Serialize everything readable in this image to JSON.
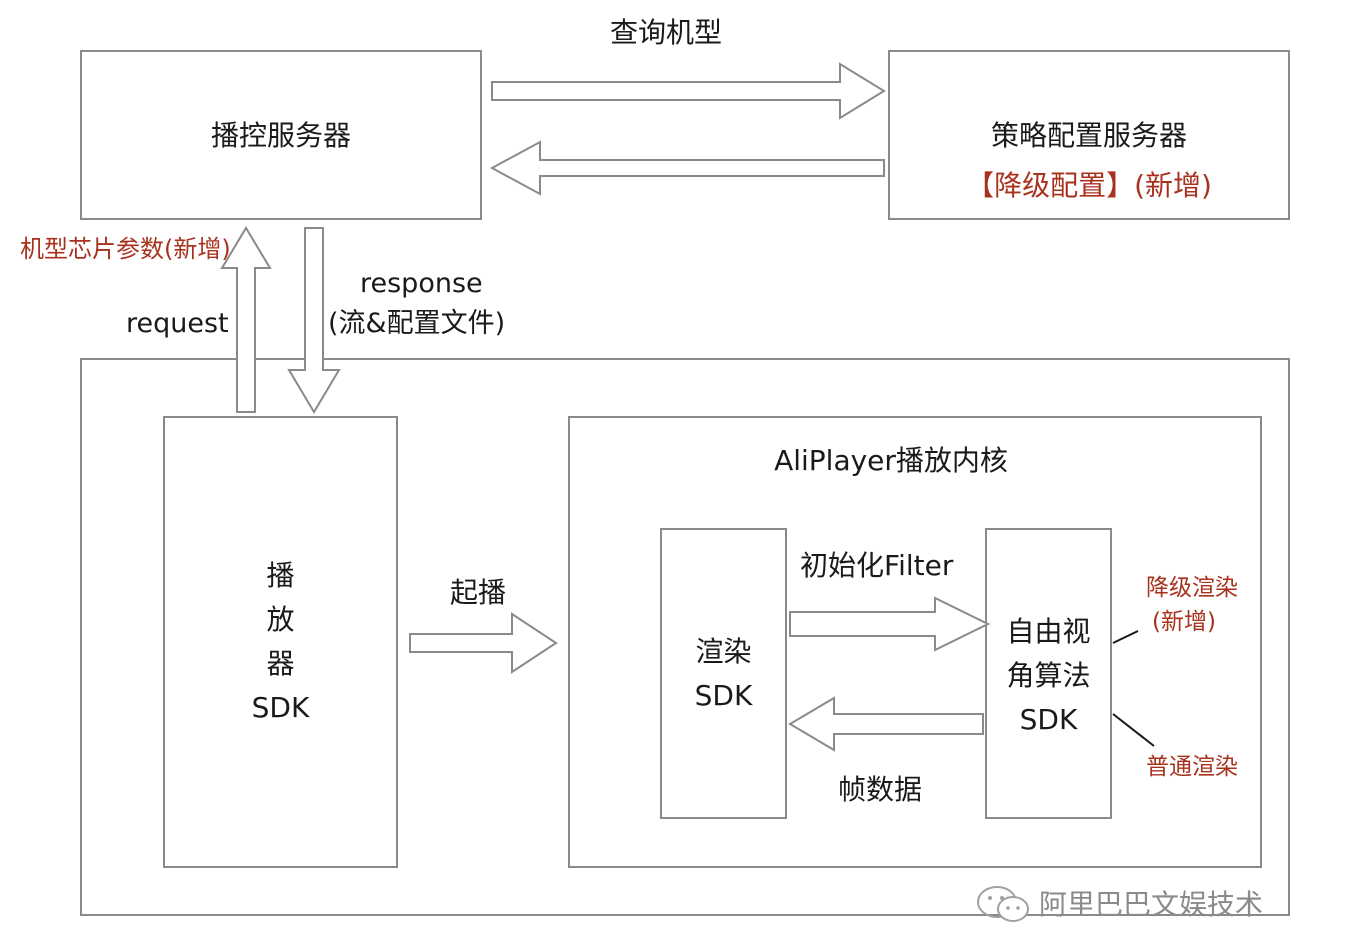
{
  "top_arrow_label": "查询机型",
  "control_server": {
    "label": "播控服务器"
  },
  "strategy_server": {
    "label": "策略配置服务器",
    "note": "【降级配置】(新增)"
  },
  "chip_params_note": "机型芯片参数(新增)",
  "request_label": "request",
  "response_label": "response",
  "response_sub": "(流&配置文件)",
  "player_sdk": {
    "lines": [
      "播",
      "放",
      "器",
      "SDK"
    ]
  },
  "start_label": "起播",
  "kernel": {
    "title": "AliPlayer播放内核"
  },
  "render_sdk": {
    "lines": [
      "渲染",
      "SDK"
    ]
  },
  "init_filter_label": "初始化Filter",
  "frame_data_label": "帧数据",
  "freeview_sdk": {
    "lines": [
      "自由视",
      "角算法",
      "SDK"
    ]
  },
  "downgrade_render": {
    "line1": "降级渲染",
    "line2": "(新增)"
  },
  "normal_render": "普通渲染",
  "watermark": "阿里巴巴文娱技术",
  "colors": {
    "border": "#8a8a8a",
    "accent_red": "#a8321e",
    "text": "#1a1a1a"
  }
}
